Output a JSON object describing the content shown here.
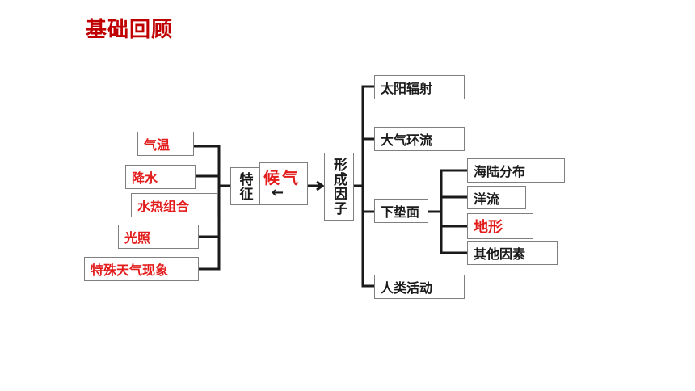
{
  "title": "基础回顾",
  "mark": "·",
  "center": {
    "label": "候气",
    "arrow": "←"
  },
  "feature_label": "特征",
  "factor_label": "形成因子",
  "features": [
    "气温",
    "降水",
    "水热组合",
    "光照",
    "特殊天气现象"
  ],
  "factors": [
    "太阳辐射",
    "大气环流",
    "下垫面",
    "人类活动"
  ],
  "underlying_surface": [
    "海陆分布",
    "洋流",
    "地形",
    "其他因素"
  ],
  "colors": {
    "title": "#c00000",
    "highlight": "#e31b1b",
    "line": "#1a1a1a",
    "border": "#7f7f7f"
  }
}
